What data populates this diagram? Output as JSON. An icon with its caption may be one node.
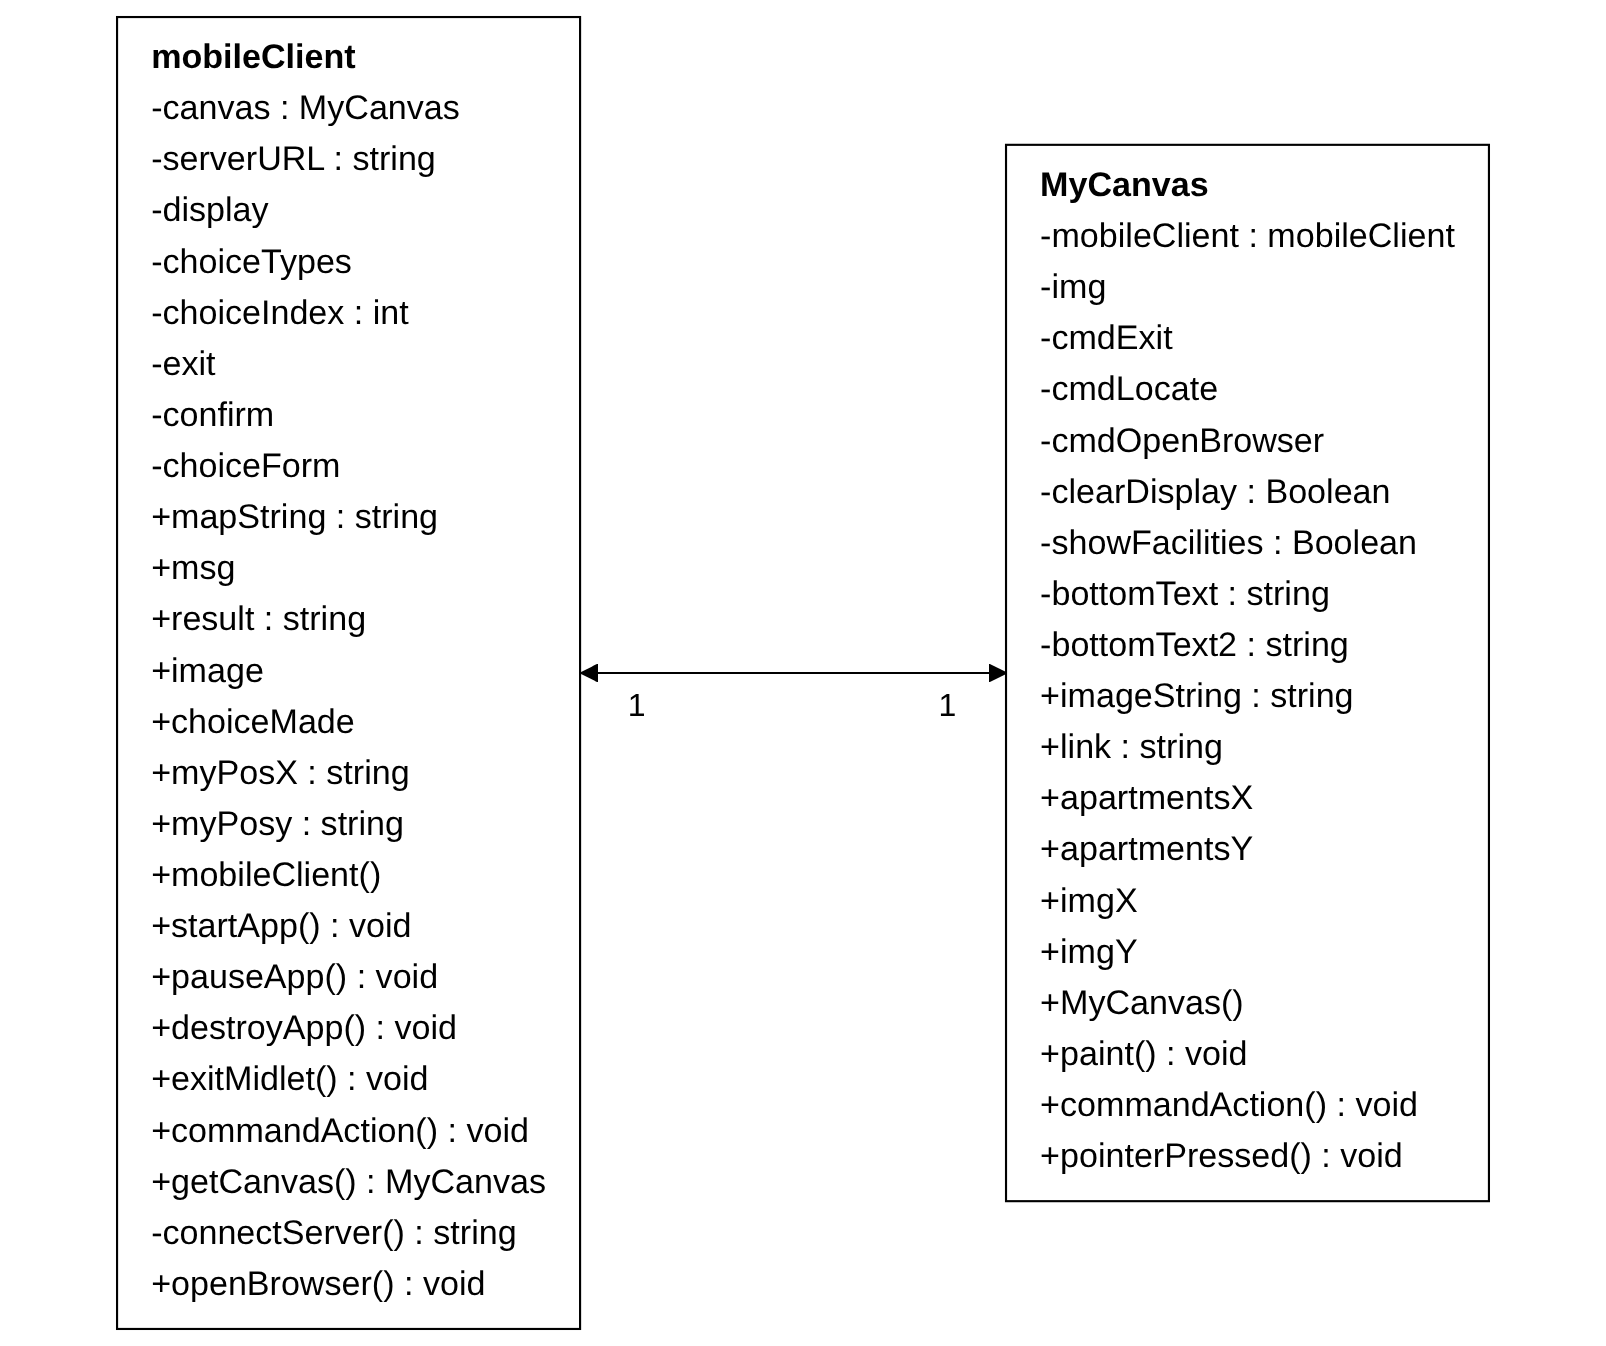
{
  "diagram": {
    "nodes": [
      {
        "text": [
          "mobileClient",
          "-canvas : MyCanvas",
          "-serverURL : string",
          "-display",
          "-choiceTypes",
          "-choiceIndex : int",
          "-exit",
          "-confirm",
          "-choiceForm",
          "+mapString : string",
          "+msg",
          "+result : string",
          "+image",
          "+choiceMade",
          "+myPosX : string",
          "+myPosy : string",
          "+mobileClient()",
          "+startApp() : void",
          "+pauseApp() : void",
          "+destroyApp() : void",
          "+exitMidlet() : void",
          "+commandAction() : void",
          "+getCanvas() : MyCanvas",
          "-connectServer() : string",
          "+openBrowser() : void"
        ]
      },
      {
        "text": [
          "MyCanvas",
          "-mobileClient : mobileClient",
          "-img",
          "-cmdExit",
          "-cmdLocate",
          "-cmdOpenBrowser",
          "-clearDisplay : Boolean",
          "-showFacilities : Boolean",
          "-bottomText : string",
          "-bottomText2 : string",
          "+imageString : string",
          "+link : string",
          "+apartmentsX",
          "+apartmentsY",
          "+imgX",
          "+imgY",
          "+MyCanvas()",
          "+paint() : void",
          "+commandAction() : void",
          "+pointerPressed() : void"
        ]
      }
    ],
    "edges": [
      {
        "from": 0,
        "to": 1,
        "arrow": "both"
      }
    ],
    "labels": [
      "1",
      "1"
    ]
  }
}
